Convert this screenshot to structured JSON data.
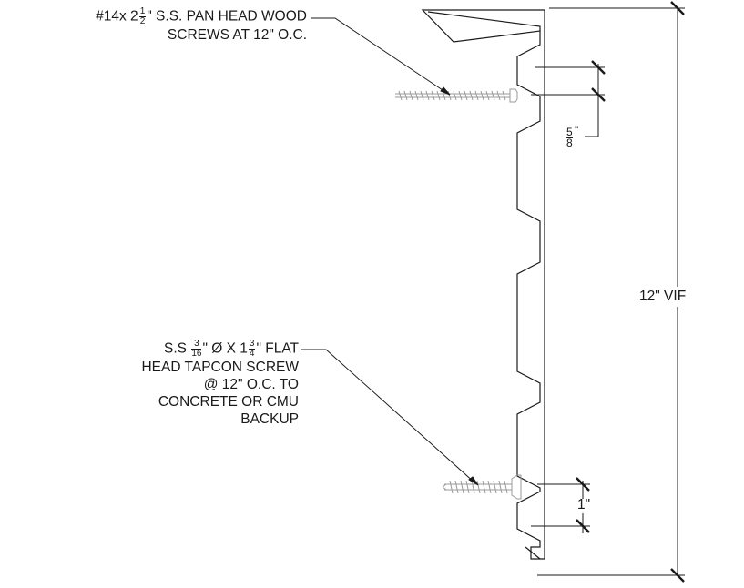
{
  "notes": {
    "wood_screw": {
      "line1_prefix": "#14x 2",
      "line1_frac_num": "1",
      "line1_frac_den": "2",
      "line1_suffix": "\" S.S. PAN HEAD WOOD",
      "line2": "SCREWS AT 12\" O.C."
    },
    "tapcon_screw": {
      "line1_prefix": "S.S ",
      "frac1_num": "3",
      "frac1_den": "16",
      "line1_mid": "\" Ø X 1",
      "frac2_num": "3",
      "frac2_den": "4",
      "line1_suffix": "\" FLAT",
      "line2": "HEAD TAPCON SCREW",
      "line3": "@ 12\" O.C. TO",
      "line4": "CONCRETE OR CMU",
      "line5": "BACKUP"
    }
  },
  "dimensions": {
    "overall": "12\" VIF",
    "top_offset_num": "5",
    "top_offset_den": "8",
    "top_offset_unit": "\"",
    "bottom_offset": "1\""
  },
  "colors": {
    "line": "#1a1a1a",
    "screw": "#9a9a9a"
  }
}
